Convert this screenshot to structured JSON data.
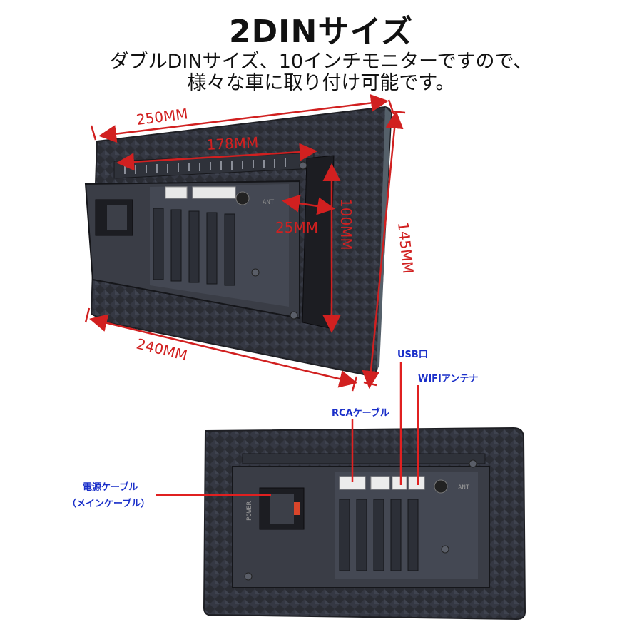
{
  "header": {
    "title": "2DINサイズ",
    "line1": "ダブルDINサイズ、10インチモニターですので、",
    "line2": "様々な車に取り付け可能です。"
  },
  "dimensions": {
    "width_front": "250MM",
    "width_frame": "178MM",
    "height_frame": "100MM",
    "depth": "25MM",
    "height_front": "145MM",
    "width_bottom": "240MM"
  },
  "callouts": {
    "usb": "USB口",
    "wifi": "WIFIアンテナ",
    "rca": "RCAケーブル",
    "power": "電源ケーブル",
    "power_sub": "（メインケーブル）"
  },
  "device_labels": {
    "ant": "ANT",
    "power": "POWER"
  },
  "colors": {
    "dimension": "#d12020",
    "callout_text": "#1a2fc9",
    "callout_line": "#e02020",
    "body": "#2a2c33"
  }
}
